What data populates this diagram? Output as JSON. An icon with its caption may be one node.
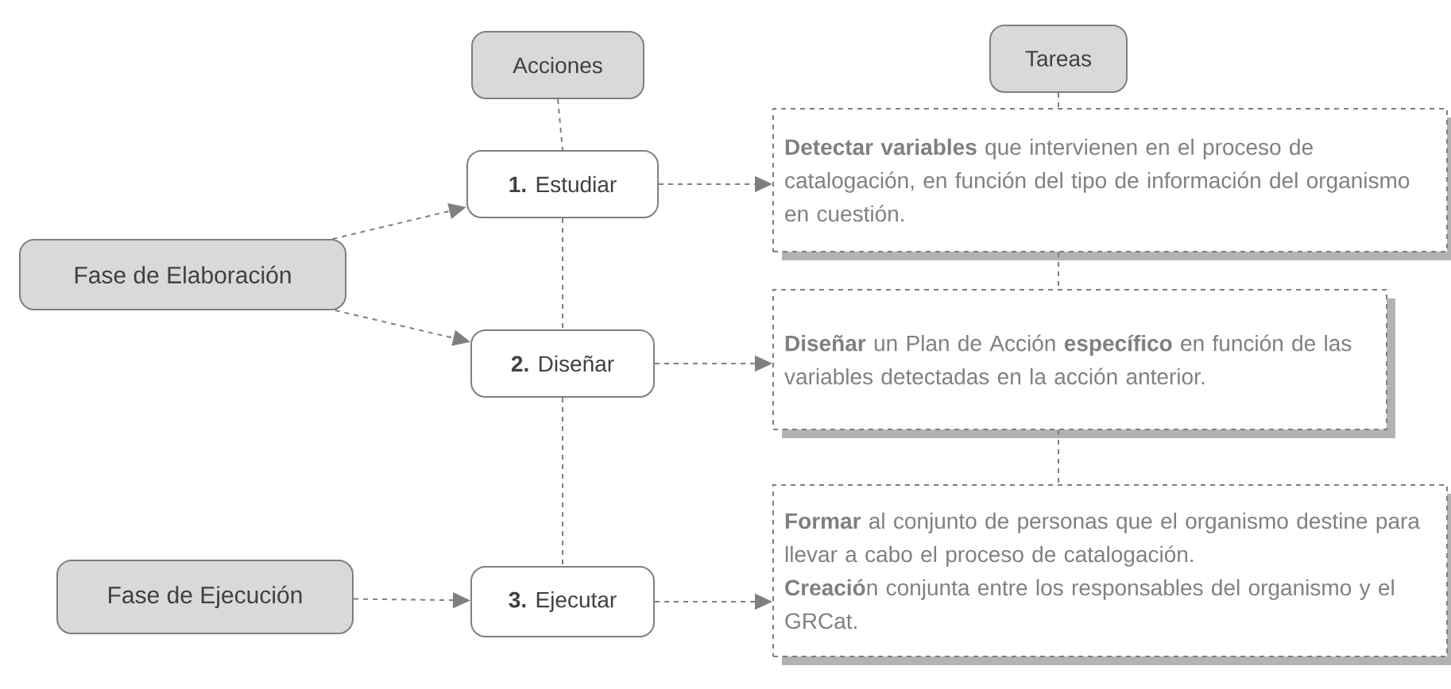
{
  "diagram": {
    "nodes": [
      {
        "text": [
          "Acciones"
        ]
      },
      {
        "text": [
          "Tareas"
        ]
      },
      {
        "text": [
          "Fase de Elaboración"
        ]
      },
      {
        "text": [
          "**1.** Estudiar"
        ]
      },
      {
        "text": [
          "**Detectar variables** que intervienen en el proceso de catalogación, en función del tipo de información del organismo en cuestión."
        ]
      },
      {
        "text": [
          "**2.** Diseñar"
        ]
      },
      {
        "text": [
          "**Diseñar** un Plan de Acción **específico** en función de las variables detectadas en la acción anterior."
        ]
      },
      {
        "text": [
          "Fase de Ejecución"
        ]
      },
      {
        "text": [
          "**3.** Ejecutar"
        ]
      },
      {
        "text": [
          "**Formar** al conjunto de personas que el organismo destine para llevar a cabo el proceso de catalogación.",
          "**Creació**n conjunta entre los responsables del organismo y el GRCat."
        ]
      }
    ],
    "edges": [
      {
        "from": 0,
        "to": 3,
        "arrow": "none"
      },
      {
        "from": 3,
        "to": 5,
        "arrow": "none"
      },
      {
        "from": 5,
        "to": 8,
        "arrow": "none"
      },
      {
        "from": 1,
        "to": 4,
        "arrow": "none"
      },
      {
        "from": 4,
        "to": 6,
        "arrow": "none"
      },
      {
        "from": 6,
        "to": 9,
        "arrow": "none"
      },
      {
        "from": 2,
        "to": 3,
        "arrow": "to"
      },
      {
        "from": 2,
        "to": 5,
        "arrow": "to"
      },
      {
        "from": 7,
        "to": 8,
        "arrow": "to"
      },
      {
        "from": 3,
        "to": 4,
        "arrow": "to"
      },
      {
        "from": 5,
        "to": 6,
        "arrow": "to"
      },
      {
        "from": 8,
        "to": 9,
        "arrow": "to"
      }
    ]
  }
}
